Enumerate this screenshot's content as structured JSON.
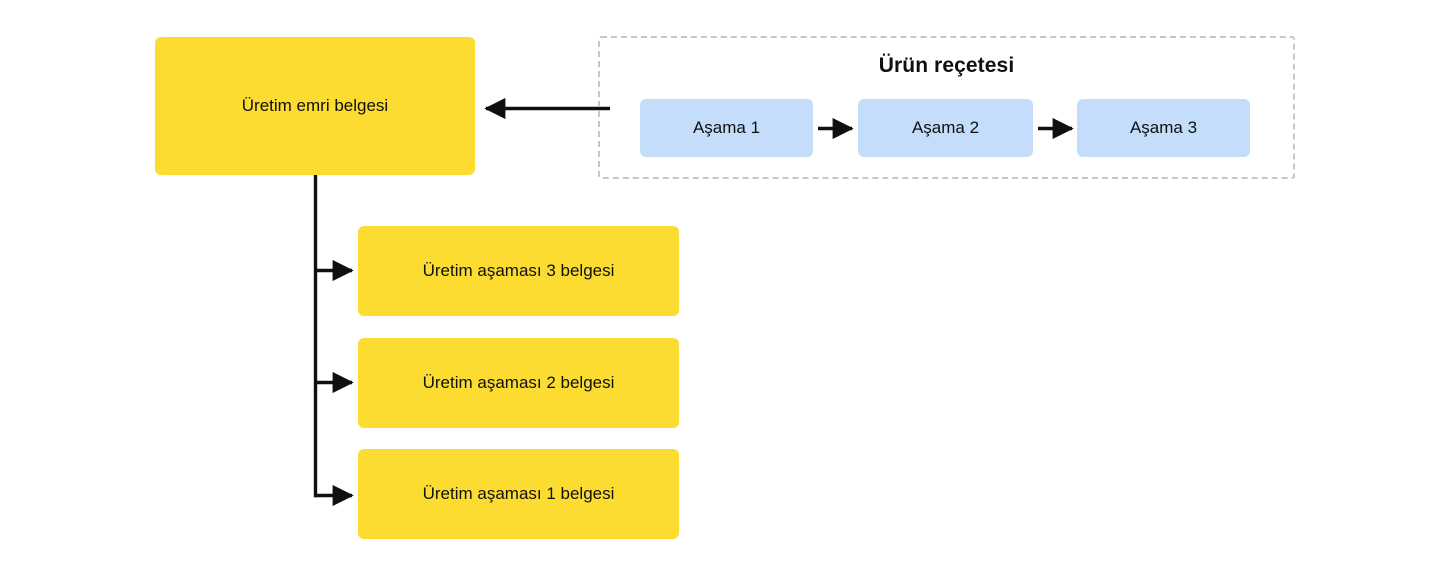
{
  "diagram": {
    "type": "flowchart",
    "orientation": "left-to-right-and-vertical-branch",
    "language": "tr",
    "colors": {
      "node_yellow": "#fcdc30",
      "node_blue": "#c3ddfa",
      "group_border": "#c2c8ce",
      "connector": "#12100e",
      "text": "#12100e",
      "background": "#ffffff"
    }
  },
  "nodes": {
    "order_document": {
      "label": "Üretim emri belgesi",
      "color": "yellow"
    },
    "stage_documents": [
      {
        "label": "Üretim aşaması 3 belgesi",
        "color": "yellow"
      },
      {
        "label": "Üretim aşaması 2 belgesi",
        "color": "yellow"
      },
      {
        "label": "Üretim aşaması 1 belgesi",
        "color": "yellow"
      }
    ]
  },
  "group": {
    "title": "Ürün reçetesi",
    "border_style": "dashed",
    "stages": [
      {
        "label": "Aşama 1",
        "color": "blue"
      },
      {
        "label": "Aşama 2",
        "color": "blue"
      },
      {
        "label": "Aşama 3",
        "color": "blue"
      }
    ]
  },
  "connectors": [
    {
      "name": "bom-to-order",
      "from": "Ürün reçetesi",
      "to": "Üretim emri belgesi",
      "direction": "left",
      "arrowhead": true
    },
    {
      "name": "stage-1-to-stage-2",
      "from": "Aşama 1",
      "to": "Aşama 2",
      "direction": "right",
      "arrowhead": true
    },
    {
      "name": "stage-2-to-stage-3",
      "from": "Aşama 2",
      "to": "Aşama 3",
      "direction": "right",
      "arrowhead": true
    },
    {
      "name": "order-to-stage-doc-3",
      "from": "Üretim emri belgesi",
      "to": "Üretim aşaması 3 belgesi",
      "direction": "right",
      "arrowhead": true
    },
    {
      "name": "order-to-stage-doc-2",
      "from": "Üretim emri belgesi",
      "to": "Üretim aşaması 2 belgesi",
      "direction": "right",
      "arrowhead": true
    },
    {
      "name": "order-to-stage-doc-1",
      "from": "Üretim emri belgesi",
      "to": "Üretim aşaması 1 belgesi",
      "direction": "right",
      "arrowhead": true
    }
  ]
}
